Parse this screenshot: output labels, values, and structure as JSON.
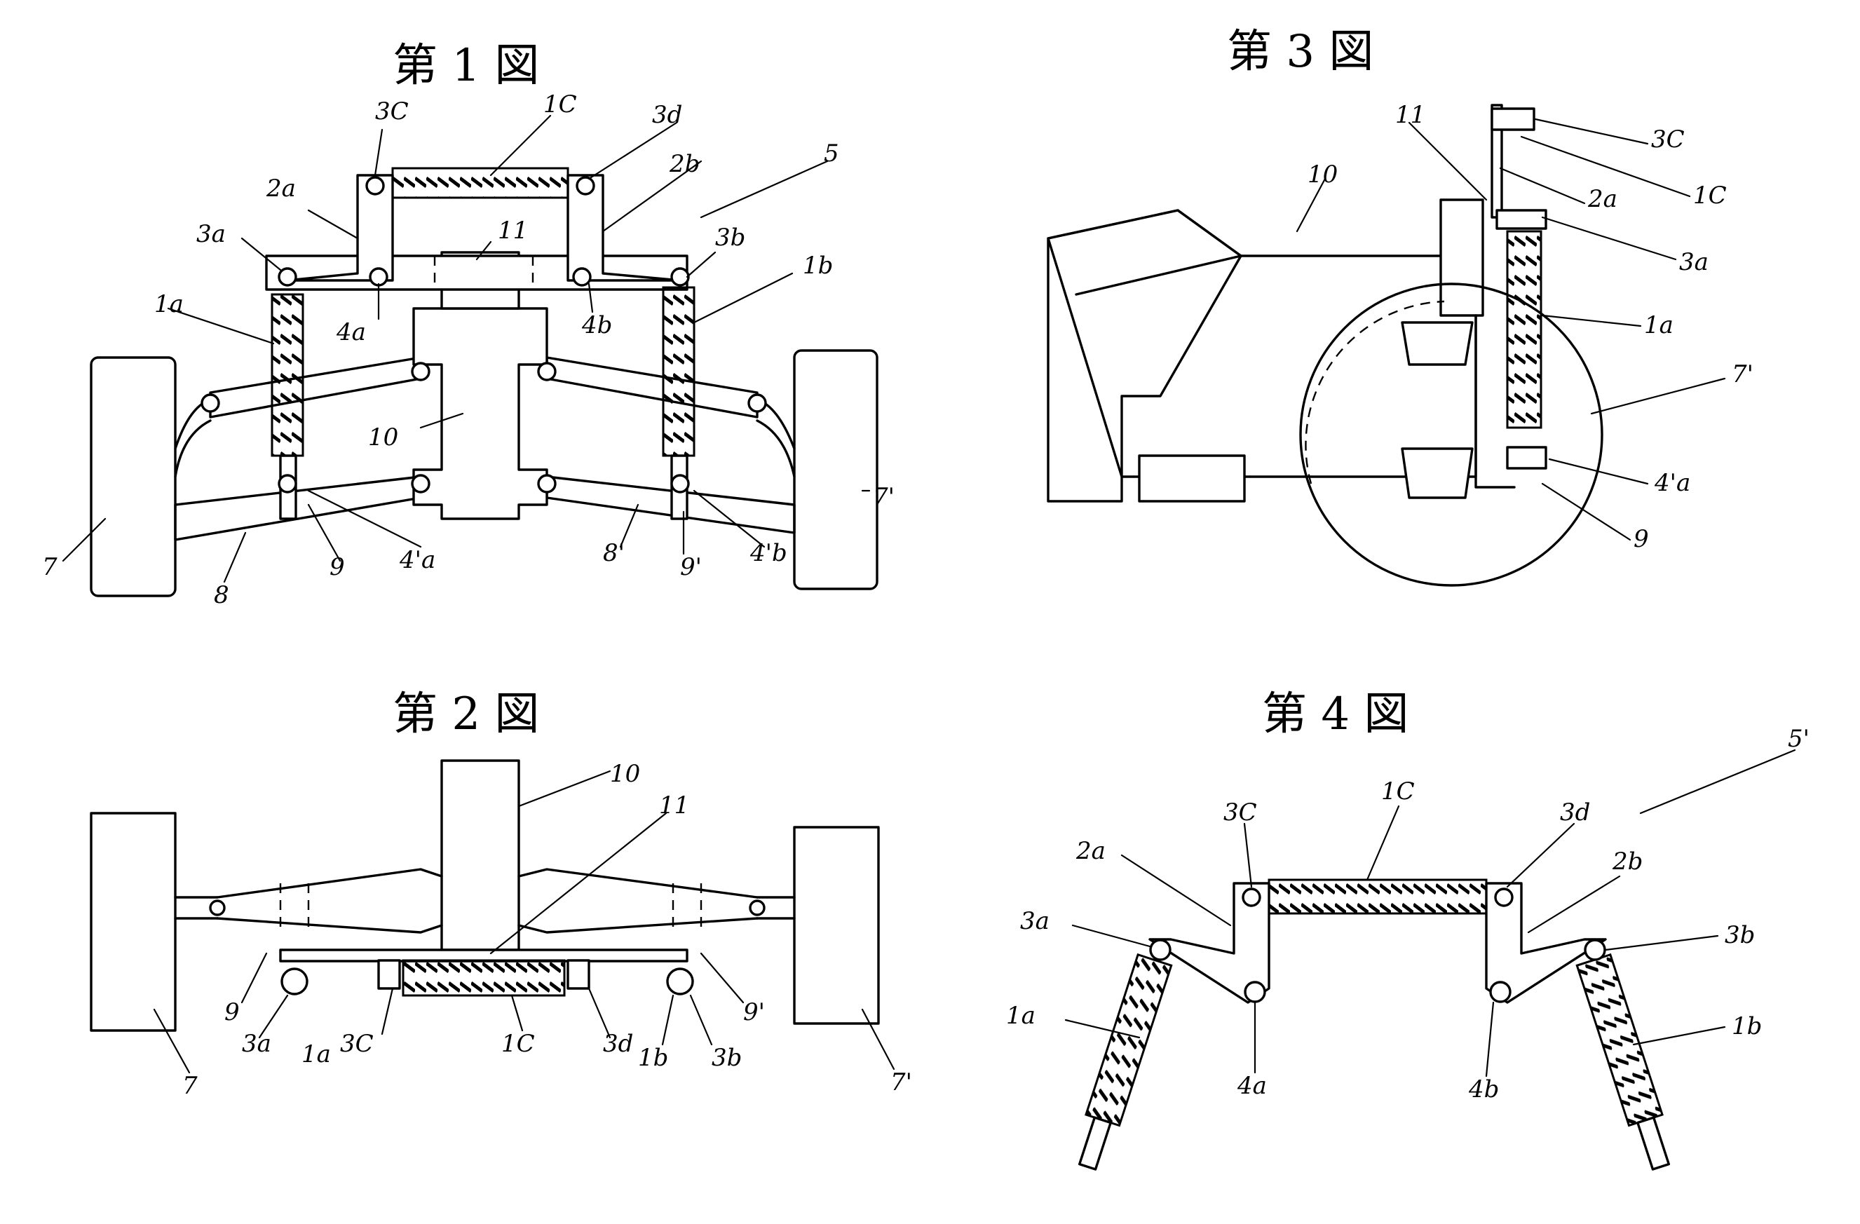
{
  "figures": {
    "fig1": {
      "title": "第 1 図",
      "labels": {
        "l3c": "3C",
        "l1c": "1C",
        "l3d": "3d",
        "l2a": "2a",
        "l2b": "2b",
        "l5": "5",
        "l3a": "3a",
        "l11": "11",
        "l3b": "3b",
        "l1a": "1a",
        "l1b": "1b",
        "l4a": "4a",
        "l4b": "4b",
        "l10": "10",
        "l7": "7",
        "l7p": "7'",
        "l8": "8",
        "l9": "9",
        "l4pa": "4'a",
        "l8p": "8'",
        "l9p": "9'",
        "l4pb": "4'b"
      }
    },
    "fig2": {
      "title": "第 2 図",
      "labels": {
        "l10": "10",
        "l11": "11",
        "l9": "9",
        "l9p": "9'",
        "l3a": "3a",
        "l1a": "1a",
        "l3c": "3C",
        "l1c": "1C",
        "l3d": "3d",
        "l1b": "1b",
        "l3b": "3b",
        "l7": "7",
        "l7p": "7'"
      }
    },
    "fig3": {
      "title": "第 3 図",
      "labels": {
        "l11": "11",
        "l10": "10",
        "l3c": "3C",
        "l1c": "1C",
        "l2a": "2a",
        "l3a": "3a",
        "l1a": "1a",
        "l7p": "7'",
        "l4pa": "4'a",
        "l9": "9"
      }
    },
    "fig4": {
      "title": "第 4 図",
      "labels": {
        "l5p": "5'",
        "l3c": "3C",
        "l1c": "1C",
        "l3d": "3d",
        "l2a": "2a",
        "l2b": "2b",
        "l3a": "3a",
        "l3b": "3b",
        "l1a": "1a",
        "l1b": "1b",
        "l4a": "4a",
        "l4b": "4b"
      }
    }
  }
}
